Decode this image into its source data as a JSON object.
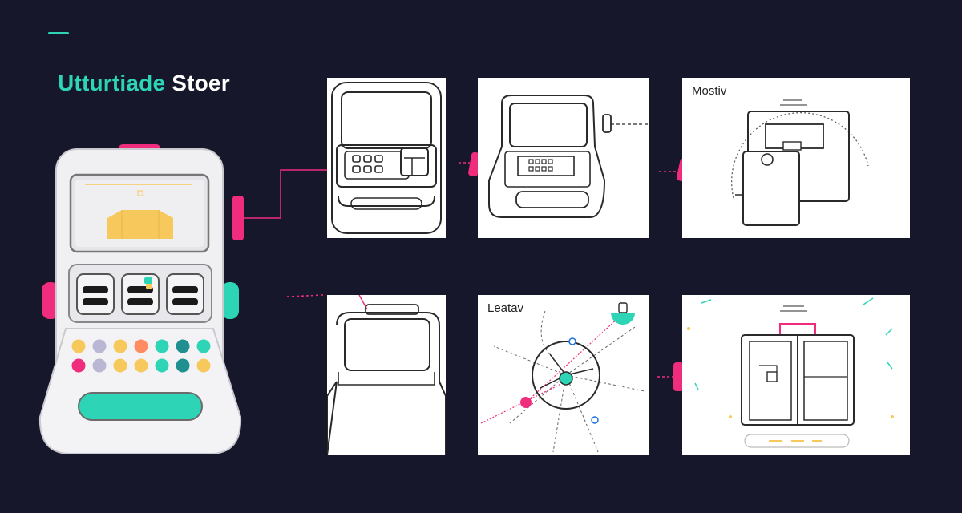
{
  "header": {
    "title_part1": "Utturtiade",
    "title_part2": " Stoer"
  },
  "panels": [
    {
      "id": "top-1",
      "label": ""
    },
    {
      "id": "top-2",
      "label": ""
    },
    {
      "id": "top-3",
      "label": "Mostiv"
    },
    {
      "id": "bottom-1",
      "label": ""
    },
    {
      "id": "bottom-2",
      "label": "Leatav"
    },
    {
      "id": "bottom-3",
      "label": ""
    }
  ],
  "colors": {
    "background": "#16172a",
    "teal": "#2dd4b5",
    "pink": "#f02d7d",
    "yellow": "#f7c95c",
    "line": "#2a2a2a"
  },
  "keypad_colors": [
    "#f7c95c",
    "#b9b7d3",
    "#f7c95c",
    "#ff8b62",
    "#2dd4b5",
    "#1f8f8f",
    "#2dd4b5",
    "#f02d7d",
    "#b9b7d3",
    "#f7c95c",
    "#f7c95c",
    "#2dd4b5",
    "#1f8f8f",
    "#f7c95c"
  ]
}
